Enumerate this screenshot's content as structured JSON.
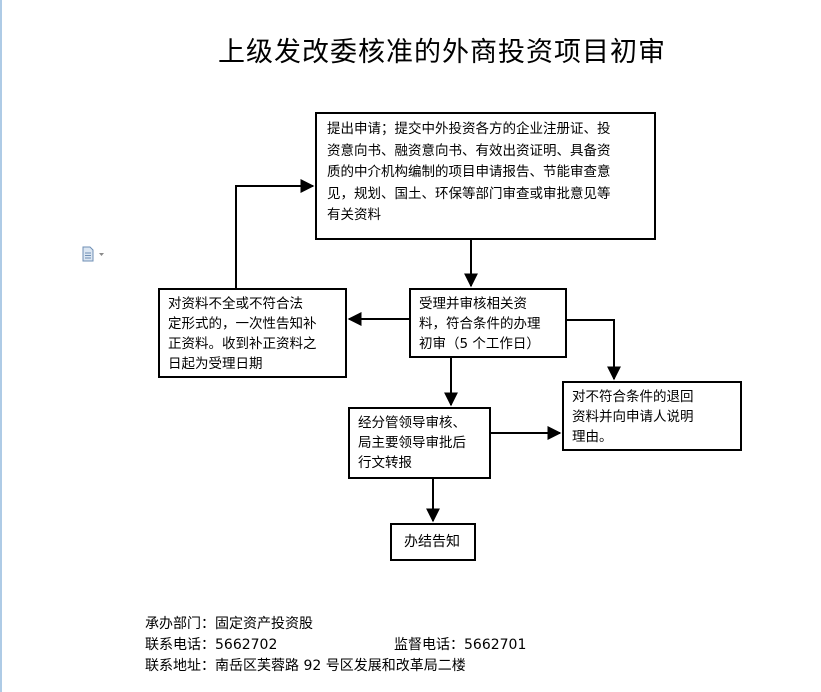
{
  "title": "上级发改委核准的外商投资项目初审",
  "colors": {
    "border": "#000000",
    "left_rule": "#aecbe6"
  },
  "icons": [
    "document-icon"
  ],
  "nodes": {
    "submit": {
      "lines": [
        "提出申请；提交中外投资各方的企业注册证、投",
        "资意向书、融资意向书、有效出资证明、具备资",
        "质的中介机构编制的项目申请报告、节能审查意",
        "见，规划、国土、环保等部门审查或审批意见等",
        "有关资料"
      ]
    },
    "accept": {
      "lines": [
        "受理并审核相关资",
        "料，符合条件的办理",
        "初审（5 个工作日）"
      ]
    },
    "supplement": {
      "lines": [
        "对资料不全或不符合法",
        "定形式的，一次性告知补",
        "正资料。收到补正资料之",
        "日起为受理日期"
      ]
    },
    "reject": {
      "lines": [
        "对不符合条件的退回",
        "资料并向申请人说明",
        "理由。"
      ]
    },
    "approve": {
      "lines": [
        "经分管领导审核、",
        "局主要领导审批后",
        "行文转报"
      ]
    },
    "notify": {
      "lines": [
        "办结告知"
      ]
    }
  },
  "footer": {
    "department": "承办部门：固定资产投资股",
    "phone": "联系电话：5662702",
    "supervise_phone": "监督电话：5662701",
    "address": "联系地址：南岳区芙蓉路 92 号区发展和改革局二楼"
  }
}
